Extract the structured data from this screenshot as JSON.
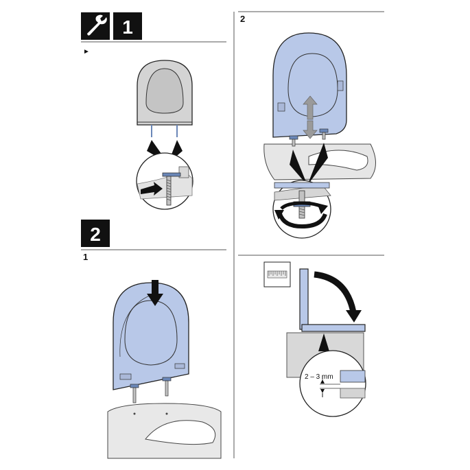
{
  "header": {
    "tool_icon": "wrench-icon",
    "section_1_number": "1",
    "section_2_number": "2"
  },
  "steps": {
    "step_1_label": "1",
    "step_2_label": "2",
    "play_marker": "►"
  },
  "measure": {
    "gap_label": "2 – 3 mm",
    "ruler_icon": "ruler-icon"
  },
  "colors": {
    "seat_blue": "#b8c8e8",
    "seat_outline": "#222222",
    "grey_seat": "#d4d4d4",
    "toilet_grey": "#e6e6e6",
    "arrow_dark": "#111111",
    "arrow_grey": "#9a9a9a"
  }
}
